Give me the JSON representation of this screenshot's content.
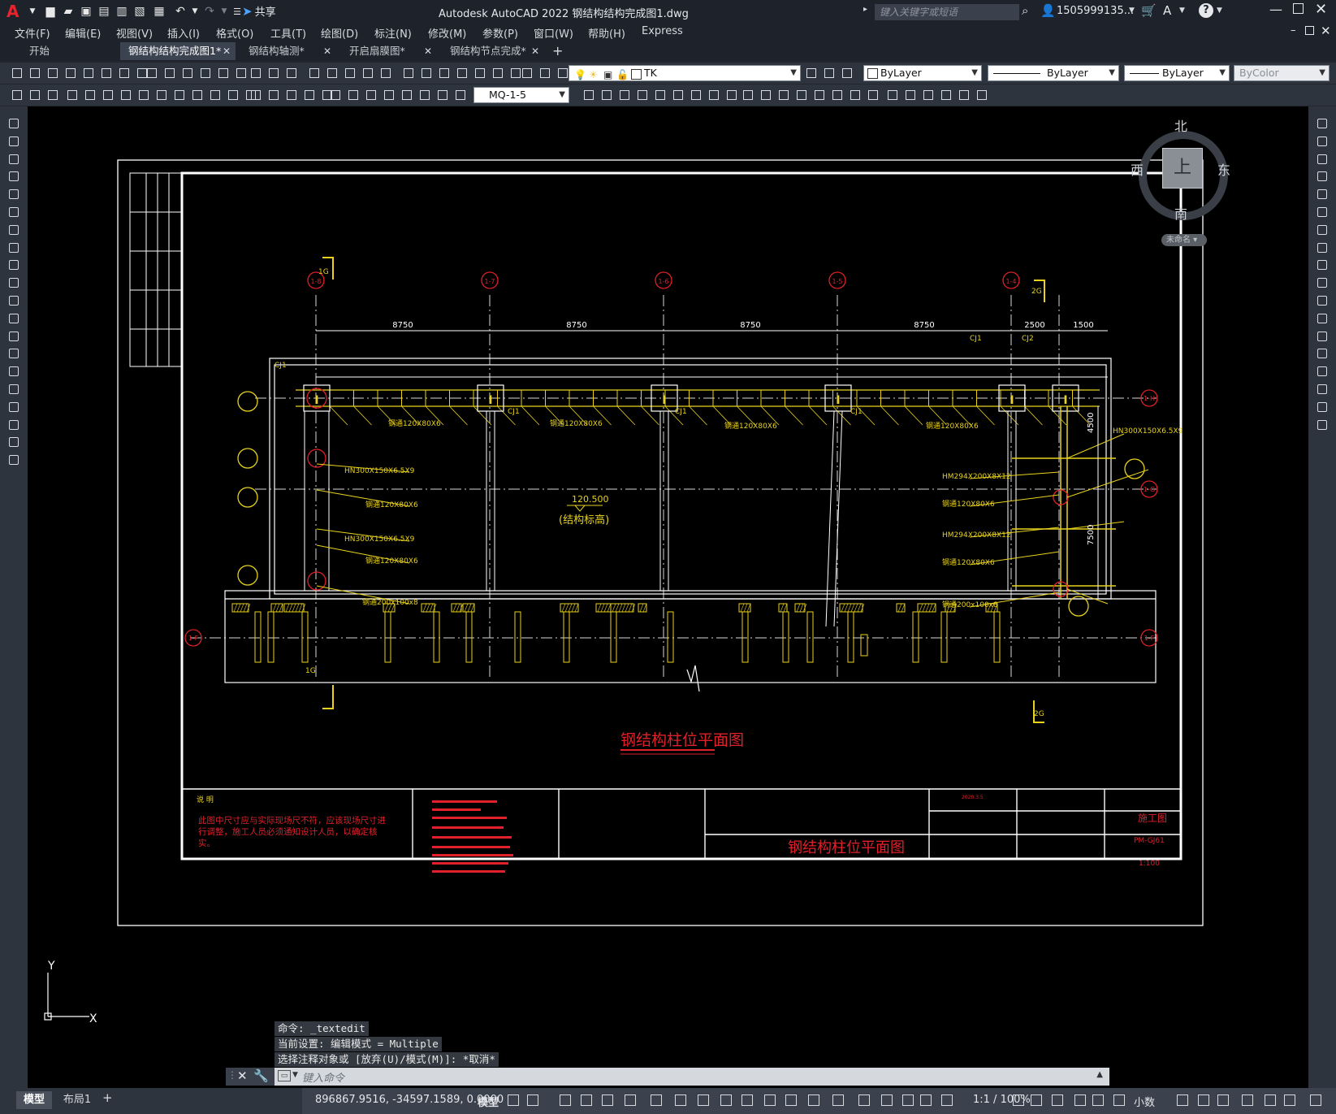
{
  "app": {
    "logo": "A",
    "title": "Autodesk AutoCAD 2022    钢结构结构完成图1.dwg",
    "share_label": "共享"
  },
  "search": {
    "placeholder": "键入关键字或短语"
  },
  "user": {
    "name": "1505999135..."
  },
  "menu": [
    "文件(F)",
    "编辑(E)",
    "视图(V)",
    "插入(I)",
    "格式(O)",
    "工具(T)",
    "绘图(D)",
    "标注(N)",
    "修改(M)",
    "参数(P)",
    "窗口(W)",
    "帮助(H)",
    "Express"
  ],
  "tabs": [
    {
      "label": "开始",
      "closable": false,
      "active": false
    },
    {
      "label": "钢结构结构完成图1*",
      "closable": true,
      "active": true
    },
    {
      "label": "钢结构轴测*",
      "closable": true,
      "active": false
    },
    {
      "label": "开启扇膜图*",
      "closable": true,
      "active": false
    },
    {
      "label": "钢结构节点完成*",
      "closable": true,
      "active": false
    }
  ],
  "layer": {
    "current": "TK",
    "color": "ByLayer",
    "linetype": "ByLayer",
    "lineweight": "ByLayer",
    "plotstyle": "ByColor"
  },
  "dimstyle": {
    "current": "MQ-1-5"
  },
  "viewcube": {
    "north": "北",
    "south": "南",
    "east": "东",
    "west": "西",
    "top": "上",
    "ucs": "未命名"
  },
  "drawing": {
    "title": "钢结构柱位平面图",
    "elevation_value": "120.500",
    "elevation_note": "(结构标高)",
    "dims_top": [
      "8750",
      "8750",
      "8750",
      "8750",
      "2500",
      "1500"
    ],
    "grid_top": [
      "1-8",
      "1-7",
      "1-6",
      "1-5",
      "1-4"
    ],
    "grid_right": [
      "1-H",
      "1-G",
      "1-F"
    ],
    "grid_left": [
      "1-F"
    ],
    "section_marks": [
      "1G",
      "2G",
      "1G",
      "2G"
    ],
    "member_labels": [
      "CJ1",
      "CJ1",
      "CJ1",
      "CJ1",
      "CJ1",
      "CJ2",
      "钢通120X80X6",
      "钢通120X80X6",
      "钢通120X80X6",
      "钢通120X80X6",
      "HN300X150X6.5X9",
      "钢通120X80X6",
      "HN300X150X6.5X9",
      "钢通120X80X6",
      "钢通200x100x8",
      "HM294X200X8X12",
      "钢通120X80X6",
      "HN300X150X6.5X9",
      "HM294X200X8X12",
      "钢通120X80X6",
      "钢通200x100x8"
    ],
    "right_dims": [
      "4500",
      "7500"
    ]
  },
  "titleblock": {
    "note_title": "说 明",
    "note": "此图中尺寸应与实际现场尺不符，应该现场尺寸进行调整，施工人员必须通知设计人员，以确定核实。",
    "drawing_name": "钢结构柱位平面图",
    "stage": "施工图",
    "drawing_no": "PM-GJ61",
    "scale": "1:100",
    "date": "2020.3.5"
  },
  "command": {
    "history": [
      "命令: _textedit",
      "当前设置: 编辑模式 = Multiple",
      "选择注释对象或 [放弃(U)/模式(M)]: *取消*"
    ],
    "placeholder": "键入命令"
  },
  "status": {
    "layout_tabs": [
      "模型",
      "布局1"
    ],
    "coords": "896867.9516, -34597.1589, 0.0000",
    "mode": "模型",
    "scale": "1:1 / 100%",
    "units": "小数"
  },
  "ucs": {
    "x": "X",
    "y": "Y"
  },
  "colors": {
    "cad_yellow": "#e8d21c",
    "cad_red": "#e0202a",
    "cad_white": "#ffffff",
    "bg": "#000000",
    "chrome": "#2e343e"
  }
}
